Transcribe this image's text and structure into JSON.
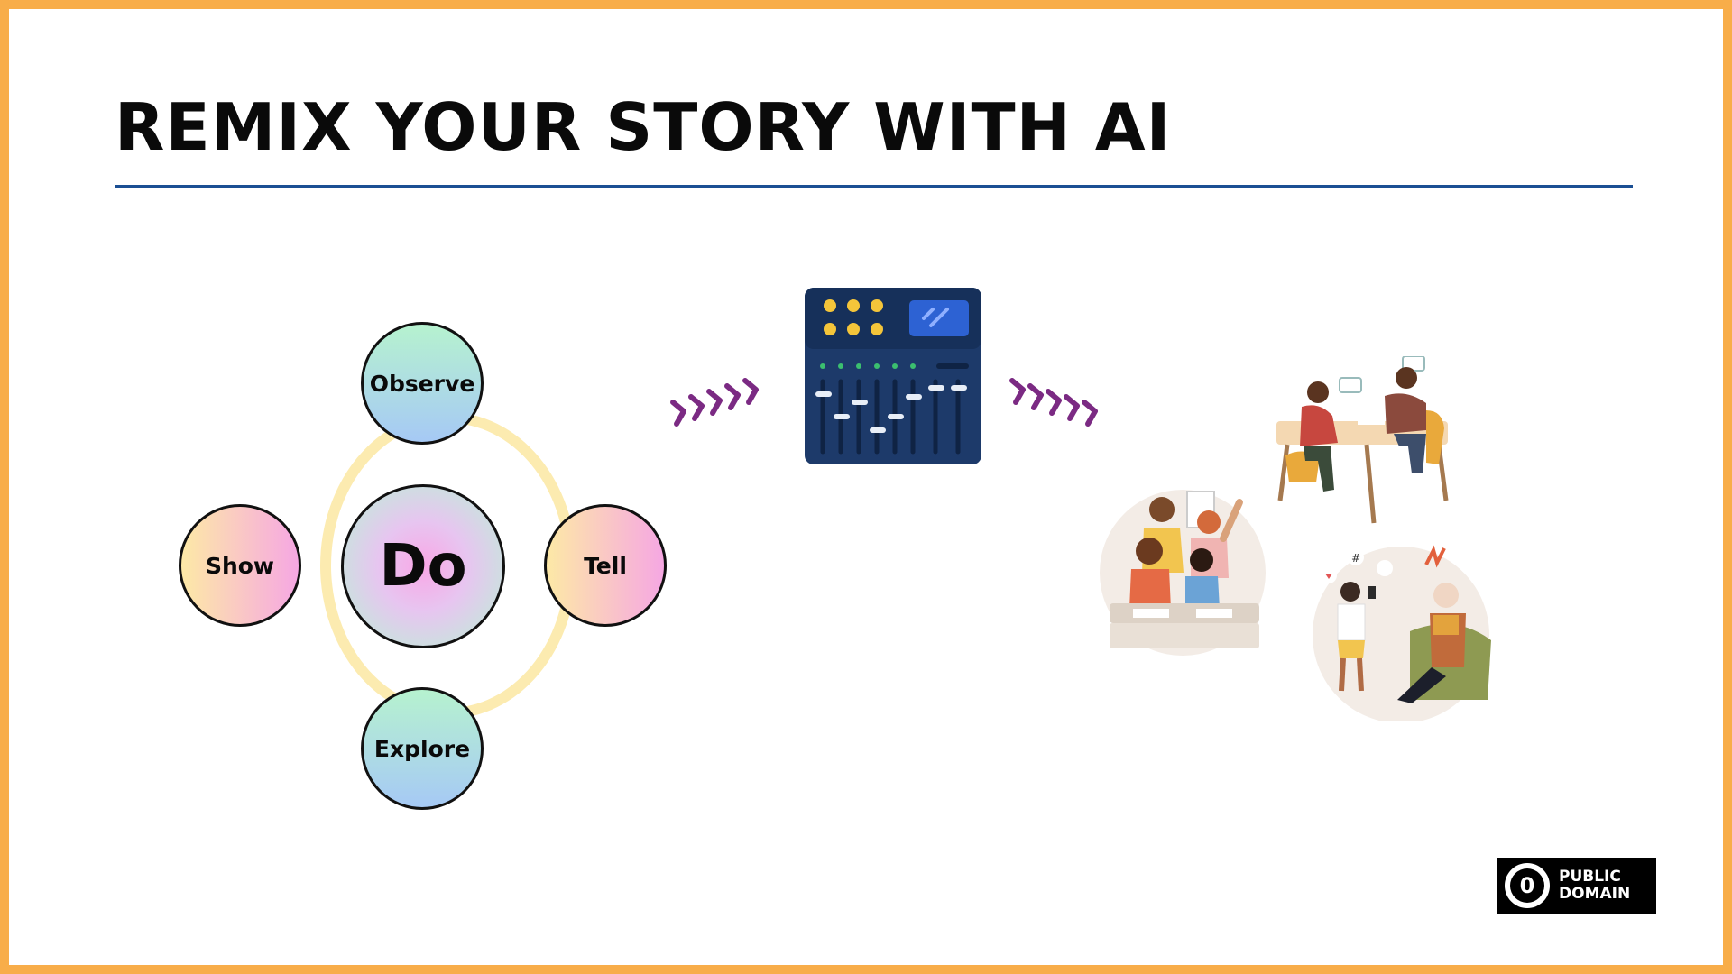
{
  "slide": {
    "title": "REMIX YOUR STORY WITH AI"
  },
  "diagram": {
    "center": "Do",
    "nodes": {
      "observe": "Observe",
      "show": "Show",
      "tell": "Tell",
      "explore": "Explore"
    }
  },
  "badge": {
    "icon": "public-domain-zero-icon",
    "symbol": "0",
    "line1": "PUBLIC",
    "line2": "DOMAIN"
  },
  "colors": {
    "border": "#f8ad49",
    "rule": "#1b4f93",
    "arrow": "#7b2a83",
    "mixer": "#1d3a6a"
  }
}
